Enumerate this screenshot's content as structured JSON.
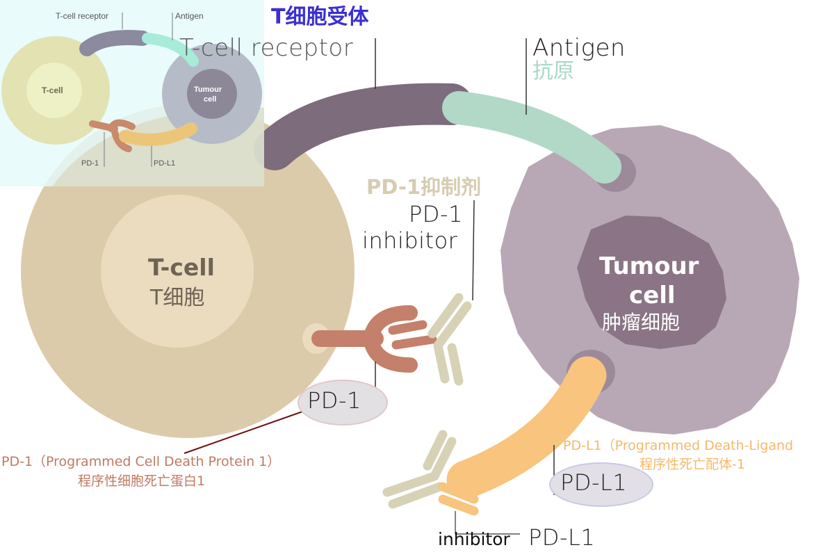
{
  "title_cn": "T细胞受体",
  "colors": {
    "title_cn": "#3a2fd0",
    "antigen_cn": "#a8d8c6",
    "pd1_inhibitor_cn": "#d6ccb0",
    "pd1_note": "#c07a62",
    "pdl1_note": "#f6b86a",
    "tcell_outer": "#dccbaa",
    "tcell_inner": "#ecdcbf",
    "tumour_outer": "#b8a8b6",
    "tumour_nucleus": "#8a7485",
    "tcr": "#7c6c7c",
    "antigen": "#b2d8c8",
    "pd1": "#c4806a",
    "pdl1": "#f8c47e",
    "antibody": "#d7d2b6"
  },
  "labels": {
    "tcr_en": "T-cell receptor",
    "antigen_en": "Antigen",
    "antigen_cn": "抗原",
    "tcell_en": "T-cell",
    "tcell_cn": "T细胞",
    "tumour_en_1": "Tumour",
    "tumour_en_2": "cell",
    "tumour_cn": "肿瘤细胞",
    "pd1_inhibitor_cn": "PD-1抑制剂",
    "pd1_inhibitor_en_1": "PD-1",
    "pd1_inhibitor_en_2": "inhibitor",
    "pd1_badge": "PD-1",
    "pdl1_badge": "PD-L1",
    "pd1_note_en": "PD-1（Programmed Cell Death Protein 1）",
    "pd1_note_cn": "程序性细胞死亡蛋白1",
    "pdl1_note_en": "PD-L1（Programmed Death-Ligand",
    "pdl1_note_cn": "程序性死亡配体-1",
    "pdl1_inhibitor_a": "inhibitor",
    "pdl1_inhibitor_b": "PD-L1"
  },
  "inset": {
    "tcr": "T-cell receptor",
    "antigen": "Antigen",
    "tcell": "T-cell",
    "tumour_1": "Tumour",
    "tumour_2": "cell",
    "pd1": "PD-1",
    "pdl1": "PD-L1"
  }
}
